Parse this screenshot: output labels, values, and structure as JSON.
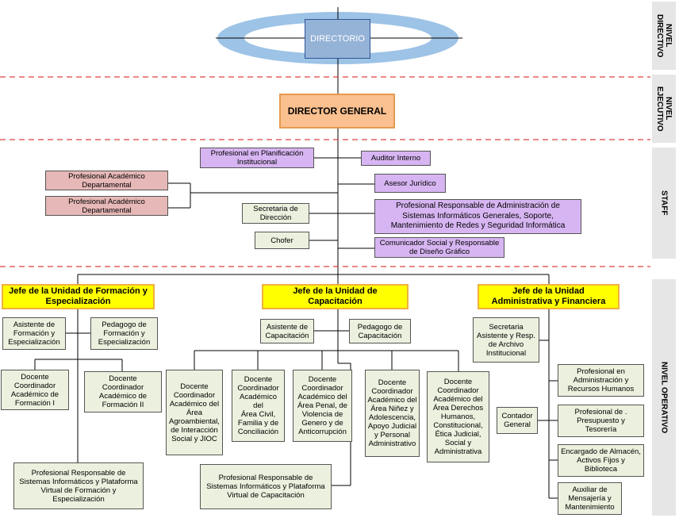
{
  "levels": {
    "directivo": "NIVEL\nDIRECTIVO",
    "ejecutivo": "NIVEL\nEJECUTIVO",
    "staff": "STAFF",
    "operativo": "NIVEL OPERATIVO"
  },
  "directorio": "DIRECTORIO",
  "director_general": "DIRECTOR GENERAL",
  "staff": {
    "planificacion": "Profesional en Planificación\nInstitucional",
    "auditor": "Auditor Interno",
    "academico_1": "Profesional Académico\nDepartamental",
    "academico_2": "Profesional Académico\nDepartamental",
    "asesor": "Asesor Jurídico",
    "secretaria": "Secretaria de\nDirección",
    "sistemas": "Profesional Responsable de Administración de\nSistemas Informáticos Generales, Soporte,\nMantenimiento de Redes y Seguridad Informática",
    "chofer": "Chofer",
    "comunicador": "Comunicador Social y Responsable\nde Diseño Gráfico"
  },
  "formacion": {
    "jefe": "Jefe de la Unidad de Formación y\nEspecialización",
    "asistente": "Asistente de\nFormación y\nEspecialización",
    "pedagogo": "Pedagogo de\nFormación y\nEspecialización",
    "docente_1": "Docente\nCoordinador\nAcadémico de\nFormación I",
    "docente_2": "Docente\nCoordinador\nAcadémico de\nFormación II",
    "sistemas": "Profesional Responsable de\nSistemas Informáticos y Plataforma\nVirtual de Formación y\nEspecialización"
  },
  "capacitacion": {
    "jefe": "Jefe de la Unidad de\nCapacitación",
    "asistente": "Asistente de\nCapacitación",
    "pedagogo": "Pedagogo de\nCapacitación",
    "docente_agro": "Docente\nCoordinador\nAcadémico del\nÁrea\nAgroambiental,\nde Interacción\nSocial y JIOC",
    "docente_civil": "Docente\nCoordinador\nAcadémico del\nÁrea Civil,\nFamilia y de\nConciliación",
    "docente_penal": "Docente\nCoordinador\nAcadémico del\nÁrea  Penal, de\nViolencia de\nGenero y de\nAnticorrupción",
    "docente_ninez": "Docente\nCoordinador\nAcadémico del\nÁrea Niñez y\nAdolescencia,\nApoyo Judicial\ny Personal\nAdministrativo",
    "docente_ddhh": "Docente\nCoordinador\nAcadémico del\nÁrea Derechos\nHumanos,\nConstitucional,\nÉtica Judicial,\nSocial y\nAdministrativa",
    "sistemas": "Profesional Responsable de\nSistemas Informáticos y Plataforma\nVirtual de Capacitación"
  },
  "administrativa": {
    "jefe": "Jefe de la Unidad\nAdministrativa y Financiera",
    "secretaria": "Secretaria\nAsistente y Resp.\nde Archivo\nInstitucional",
    "contador": "Contador\nGeneral",
    "rrhh": "Profesional en\nAdministración  y\nRecursos Humanos",
    "presupuesto": "Profesional de .\nPresupuesto y\nTesorería",
    "almacen": "Encargado de Almacén,\nActivos Fijos y\nBiblioteca",
    "mensajeria": "Auxiliar de\nMensajería y\nMantenimiento"
  },
  "colors": {
    "line": "#000000",
    "dashed_divider": "#e04040",
    "ellipse": "#9dc3e6",
    "staff_box": "#d7b5f2",
    "operational_box": "#ebf1de",
    "unit_head": "#ffff00"
  }
}
